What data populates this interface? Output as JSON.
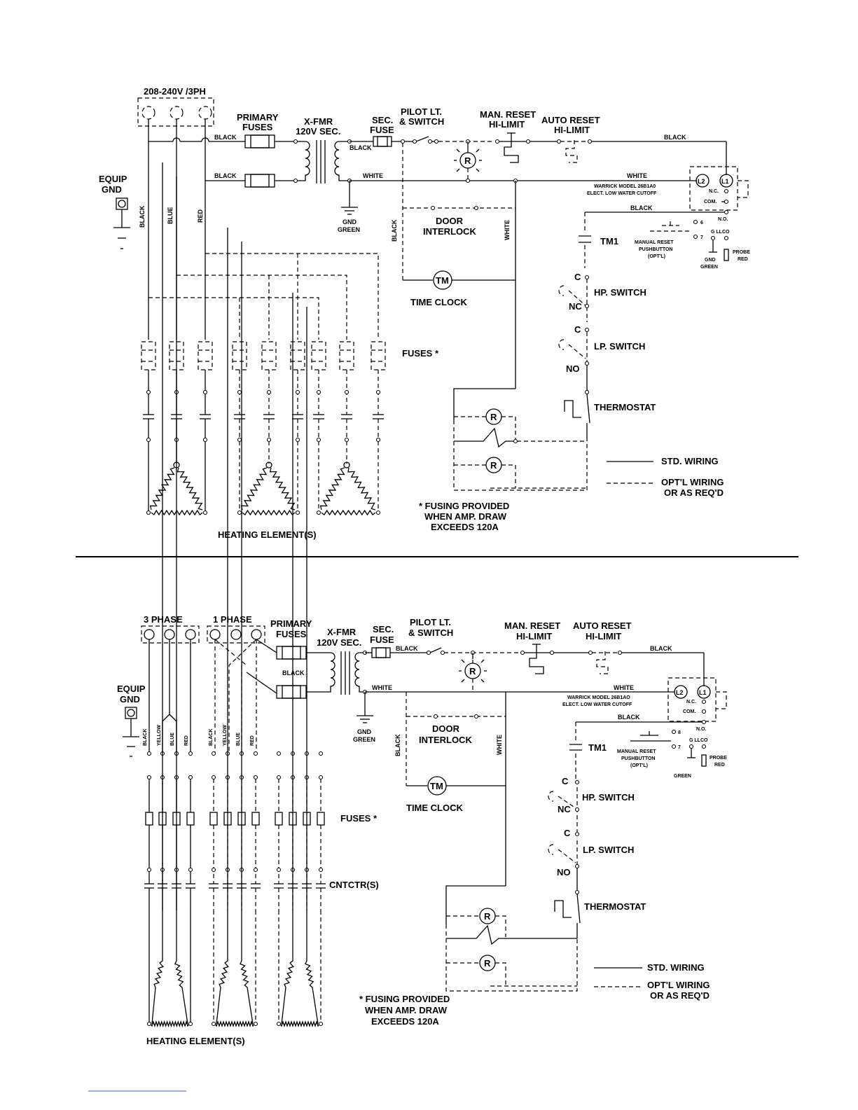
{
  "top": {
    "supply": "208-240V /3PH",
    "primary_fuses": [
      "PRIMARY",
      "FUSES"
    ],
    "xfmr": [
      "X-FMR",
      "120V SEC."
    ],
    "sec_fuse": [
      "SEC.",
      "FUSE"
    ],
    "pilot": [
      "PILOT LT.",
      "& SWITCH"
    ],
    "man_reset": [
      "MAN. RESET",
      "HI-LIMIT"
    ],
    "auto_reset": [
      "AUTO RESET",
      "HI-LIMIT"
    ],
    "equip_gnd": [
      "EQUIP",
      "GND"
    ],
    "wire_black": "BLACK",
    "wire_white": "WHITE",
    "wire_blue": "BLUE",
    "wire_red": "RED",
    "gnd_green": [
      "GND",
      "GREEN"
    ],
    "door_interlock": [
      "DOOR",
      "INTERLOCK"
    ],
    "time_clock": "TIME CLOCK",
    "tm": "TM",
    "r": "R",
    "warrick": [
      "WARRICK MODEL 26B1A0",
      "ELECT. LOW WATER CUTOFF"
    ],
    "l2": "L2",
    "l1": "L1",
    "nc_term": "N.C.",
    "com_term": "COM.",
    "no_term": "N.O.",
    "term6": "6",
    "term7": "7",
    "g_llco": "G LLCO",
    "manual_reset_pb": [
      "MANUAL RESET",
      "PUSHBUTTON",
      "(OPT'L)"
    ],
    "probe_red": [
      "PROBE",
      "RED"
    ],
    "tm1": "TM1",
    "c": "C",
    "nc": "NC",
    "no": "NO",
    "hp_switch": "HP. SWITCH",
    "lp_switch": "LP. SWITCH",
    "thermostat": "THERMOSTAT",
    "fuses_star": "FUSES *",
    "std_wiring": "STD. WIRING",
    "optl_wiring": [
      "OPT'L WIRING",
      "OR AS REQ'D"
    ],
    "fusing_note": [
      "* FUSING PROVIDED",
      "WHEN AMP. DRAW",
      "EXCEEDS 120A"
    ],
    "heating": "HEATING ELEMENT(S)"
  },
  "bottom": {
    "three_phase": "3 PHASE",
    "one_phase": "1 PHASE",
    "primary_fuses": [
      "PRIMARY",
      "FUSES"
    ],
    "xfmr": [
      "X-FMR",
      "120V SEC."
    ],
    "sec_fuse": [
      "SEC.",
      "FUSE"
    ],
    "pilot": [
      "PILOT LT.",
      "& SWITCH"
    ],
    "man_reset": [
      "MAN. RESET",
      "HI-LIMIT"
    ],
    "auto_reset": [
      "AUTO RESET",
      "HI-LIMIT"
    ],
    "equip_gnd": [
      "EQUIP",
      "GND"
    ],
    "wire_black": "BLACK",
    "wire_white": "WHITE",
    "wire_yellow": "YELLOW",
    "wire_blue": "BLUE",
    "wire_red": "RED",
    "gnd_green": [
      "GND",
      "GREEN"
    ],
    "door_interlock": [
      "DOOR",
      "INTERLOCK"
    ],
    "time_clock": "TIME CLOCK",
    "tm": "TM",
    "r": "R",
    "warrick": [
      "WARRICK MODEL 26B1AO",
      "ELECT. LOW WATER CUTOFF"
    ],
    "l2": "L2",
    "l1": "L1",
    "nc_term": "N.C.",
    "com_term": "COM.",
    "no_term": "N.O.",
    "term8": "8",
    "term7": "7",
    "g_llco": "G LLCO",
    "manual_reset_pb": [
      "MANUAL RESET",
      "PUSHBUTTON",
      "(OPT'L)"
    ],
    "probe_red": [
      "PROBE",
      "RED"
    ],
    "green": "GREEN",
    "tm1": "TM1",
    "c": "C",
    "nc": "NC",
    "no": "NO",
    "hp_switch": "HP. SWITCH",
    "lp_switch": "LP. SWITCH",
    "thermostat": "THERMOSTAT",
    "fuses_star": "FUSES *",
    "cntctr": "CNTCTR(S)",
    "std_wiring": "STD. WIRING",
    "optl_wiring": [
      "OPT'L WIRING",
      "OR AS REQ'D"
    ],
    "fusing_note": [
      "* FUSING PROVIDED",
      "WHEN AMP. DRAW",
      "EXCEEDS 120A"
    ],
    "heating": "HEATING ELEMENT(S)"
  }
}
